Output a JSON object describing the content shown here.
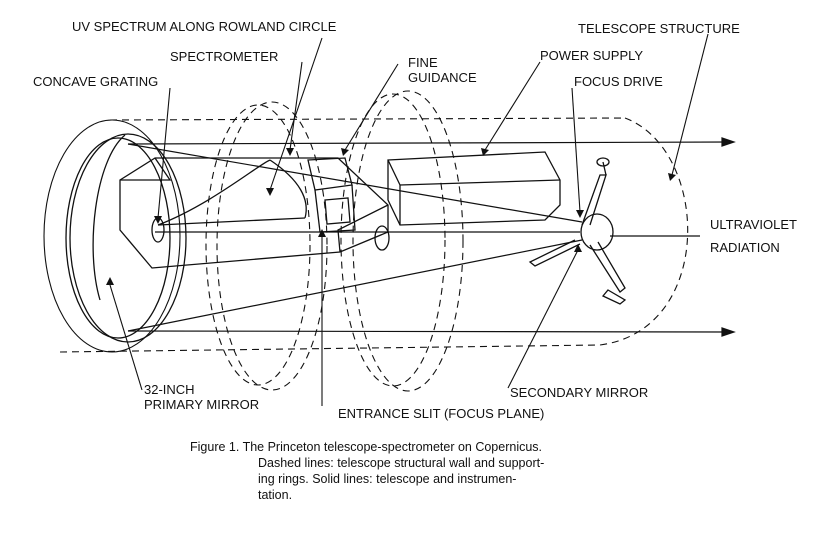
{
  "labels": {
    "uv_spectrum": "UV SPECTRUM ALONG ROWLAND CIRCLE",
    "spectrometer": "SPECTROMETER",
    "fine_guidance_1": "FINE",
    "fine_guidance_2": "GUIDANCE",
    "concave_grating": "CONCAVE GRATING",
    "telescope_structure": "TELESCOPE STRUCTURE",
    "power_supply": "POWER SUPPLY",
    "focus_drive": "FOCUS DRIVE",
    "ultraviolet_1": "ULTRAVIOLET",
    "ultraviolet_2": "RADIATION",
    "primary_mirror_1": "32-INCH",
    "primary_mirror_2": "PRIMARY MIRROR",
    "entrance_slit": "ENTRANCE SLIT (FOCUS PLANE)",
    "secondary_mirror": "SECONDARY MIRROR"
  },
  "caption": {
    "line1": "Figure 1.  The Princeton telescope-spectrometer on Copernicus.",
    "line2": "Dashed lines:  telescope structural wall and support-",
    "line3": "ing rings.  Solid lines:  telescope and instrumen-",
    "line4": "tation."
  },
  "colors": {
    "ink": "#111111",
    "background": "#ffffff"
  }
}
